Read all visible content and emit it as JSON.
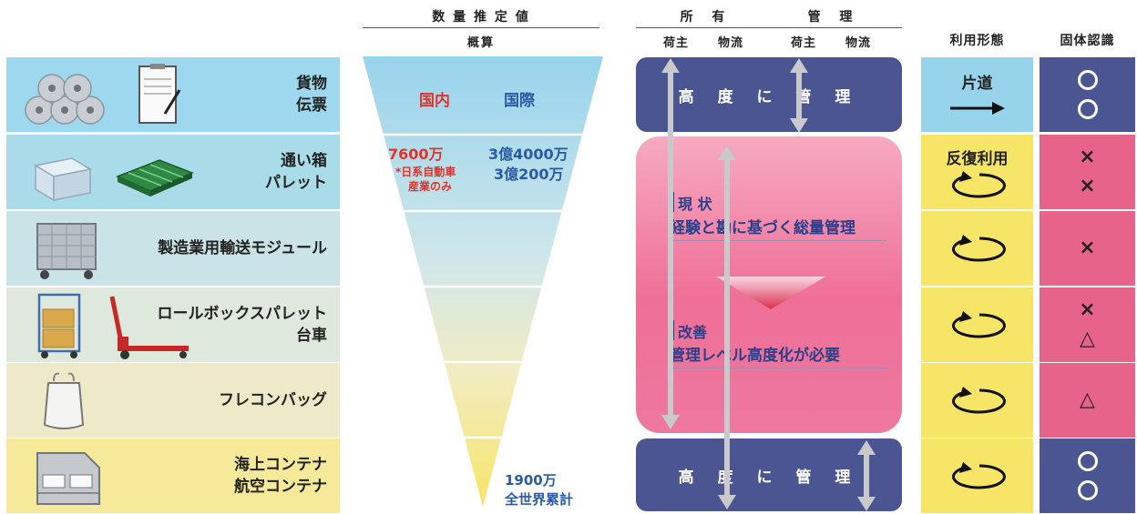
{
  "headers": {
    "estimate_title": "数 量 推 定 値",
    "estimate_sub": "概算",
    "ownership": "所 有",
    "management": "管 理",
    "sub_labels": [
      "荷主",
      "物流",
      "荷主",
      "物流"
    ],
    "usage": "利用形態",
    "identification": "固体認識"
  },
  "rows": [
    {
      "label": "貨物\n伝票",
      "color": "#9ed8ee"
    },
    {
      "label": "通い箱\nパレット",
      "color": "#a9dbe9"
    },
    {
      "label": "製造業用輸送モジュール",
      "color": "#c9e3e6"
    },
    {
      "label": "ロールボックスパレット\n台車",
      "color": "#dfe8dc"
    },
    {
      "label": "フレコンバッグ",
      "color": "#eee9c8"
    },
    {
      "label": "海上コンテナ\n航空コンテナ",
      "color": "#f6e99a"
    }
  ],
  "estimates": {
    "domestic_label": "国内",
    "international_label": "国際",
    "domestic_value": "7600万",
    "domestic_note_1": "*日系自動車",
    "domestic_note_2": "産業のみ",
    "international_value_1": "3億4000万",
    "international_value_2": "3億200万",
    "world_value": "1900万",
    "world_label": "全世界累計"
  },
  "management": {
    "top_box": "高 度 に 管 理",
    "bottom_box": "高 度 に 管 理",
    "current_title": "現 状",
    "current_text": "経験と勘に基づく総量管理",
    "improve_title": "改善",
    "improve_text": "管理レベル高度化が必要"
  },
  "usage": {
    "one_way": "片道",
    "repeated": "反復利用"
  },
  "identification": {
    "marks": [
      [
        "○",
        "○"
      ],
      [
        "×",
        "×"
      ],
      [
        "×"
      ],
      [
        "×",
        "△"
      ],
      [
        "△"
      ],
      [
        "○",
        "○"
      ]
    ],
    "colors": [
      "#4a5592",
      "#e8638a",
      "#e8638a",
      "#e8638a",
      "#e8638a",
      "#4a5592"
    ]
  },
  "colors": {
    "navy": "#4a5592",
    "pink": "#e8638a",
    "domestic_red": "#e0342b",
    "international_blue": "#2a5aa6",
    "light_blue": "#98d3ec",
    "yellow": "#f7e568"
  }
}
